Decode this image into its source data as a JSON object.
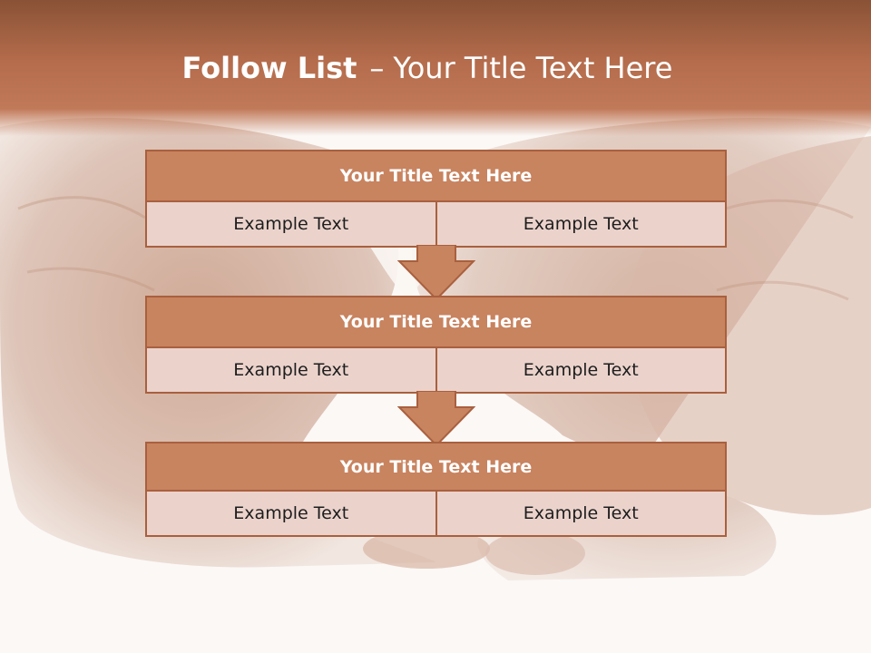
{
  "title": {
    "bold": "Follow List",
    "separator": "–",
    "rest": "Your Title Text Here"
  },
  "background": {
    "description_icon": "dogs-photo",
    "header_color": "#b46c4c"
  },
  "blocks": [
    {
      "title": "Your Title Text Here",
      "left": "Example Text",
      "right": "Example Text"
    },
    {
      "title": "Your Title Text Here",
      "left": "Example Text",
      "right": "Example Text"
    },
    {
      "title": "Your Title Text Here",
      "left": "Example Text",
      "right": "Example Text"
    }
  ],
  "colors": {
    "title_fill": "#c8835f",
    "cell_fill": "#ebd3cc",
    "border": "#a9603e"
  }
}
